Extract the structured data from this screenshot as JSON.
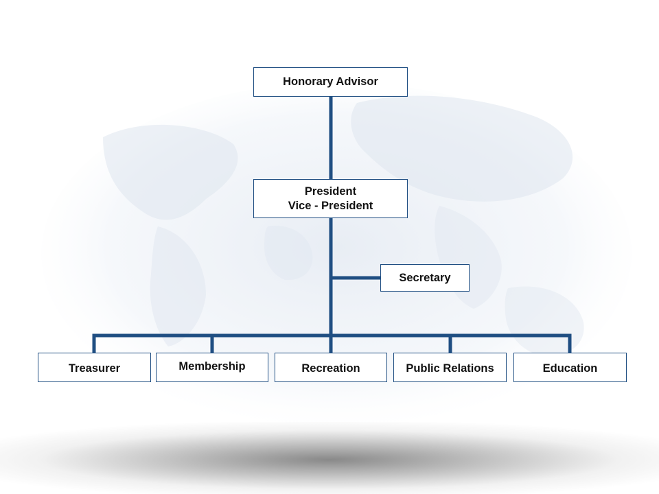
{
  "org_chart": {
    "top": {
      "title": "Honorary Advisor"
    },
    "leadership": {
      "line1": "President",
      "line2": "Vice - President"
    },
    "side": {
      "title": "Secretary"
    },
    "departments": [
      {
        "title": "Treasurer"
      },
      {
        "title": "Membership"
      },
      {
        "title": "Recreation"
      },
      {
        "title": "Public Relations"
      },
      {
        "title": "Education"
      }
    ]
  },
  "colors": {
    "connector": "#1f4e82",
    "box_border": "#1f4e82",
    "text": "#111111",
    "background": "#ffffff"
  }
}
